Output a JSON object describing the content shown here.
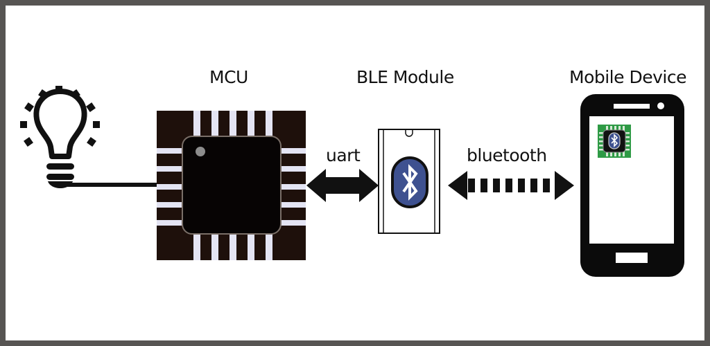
{
  "diagram": {
    "title": "",
    "nodes": [
      {
        "id": "bulb",
        "label": "",
        "icon": "light-bulb-icon"
      },
      {
        "id": "mcu",
        "label": "MCU",
        "icon": "microcontroller-chip-icon"
      },
      {
        "id": "ble",
        "label": "BLE Module",
        "icon": "bluetooth-icon"
      },
      {
        "id": "mobile",
        "label": "Mobile Device",
        "icon": "smartphone-icon"
      }
    ],
    "edges": [
      {
        "from": "bulb",
        "to": "mcu",
        "label": "",
        "style": "solid-line"
      },
      {
        "from": "mcu",
        "to": "ble",
        "label": "uart",
        "style": "solid-double-arrow"
      },
      {
        "from": "ble",
        "to": "mobile",
        "label": "bluetooth",
        "style": "dashed-double-arrow"
      }
    ],
    "app_icon": "ble-chip-app-icon"
  },
  "colors": {
    "frame": "#575553",
    "chip_board": "#1e100b",
    "chip_body": "#070404",
    "pins": "#e4e4f3",
    "bluetooth_blue": "#3e5190",
    "app_green": "#2e9a45"
  }
}
